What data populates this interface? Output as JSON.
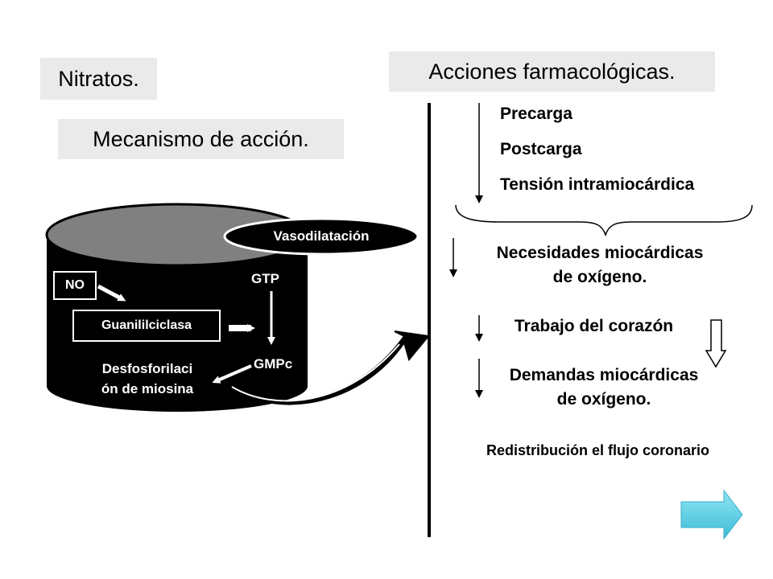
{
  "title": "Nitratos.",
  "actions_title": "Acciones farmacológicas.",
  "mechanism_title": "Mecanismo de acción.",
  "cylinder": {
    "vasodilatacion": "Vasodilatación",
    "no": "NO",
    "guanililciclasa": "Guanililciclasa",
    "gtp": "GTP",
    "gmpc": "GMPc",
    "desfosforilacion_line1": "Desfosforilaci",
    "desfosforilacion_line2": "ón de miosina"
  },
  "actions": {
    "precarga": "Precarga",
    "postcarga": "Postcarga",
    "tension": "Tensión intramiocárdica",
    "necesidades_line1": "Necesidades miocárdicas",
    "necesidades_line2": "de oxígeno.",
    "trabajo": "Trabajo del corazón",
    "demandas_line1": "Demandas miocárdicas",
    "demandas_line2": "de oxígeno.",
    "redistribucion": "Redistribución el flujo coronario"
  },
  "colors": {
    "box_fill": "#eaeaea",
    "cylinder_body": "#000000",
    "cylinder_top": "#808080",
    "nav_arrow": "#5fd3ea"
  },
  "icons": {
    "nav": "right-arrow-icon"
  }
}
